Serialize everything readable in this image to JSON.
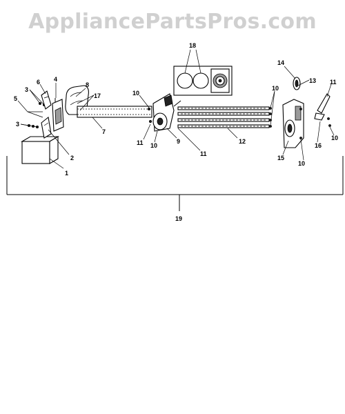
{
  "watermark": "AppliancePartsPros.com",
  "callouts": {
    "c1": "1",
    "c2": "2",
    "c3a": "3",
    "c3b": "3",
    "c4": "4",
    "c5": "5",
    "c6": "6",
    "c7": "7",
    "c8": "8",
    "c9": "9",
    "c10a": "10",
    "c10b": "10",
    "c10c": "10",
    "c10d": "10",
    "c10e": "10",
    "c11a": "11",
    "c11b": "11",
    "c11c": "11",
    "c12": "12",
    "c13": "13",
    "c14": "14",
    "c15": "15",
    "c16": "16",
    "c17": "17",
    "c18": "18",
    "c19": "19"
  }
}
